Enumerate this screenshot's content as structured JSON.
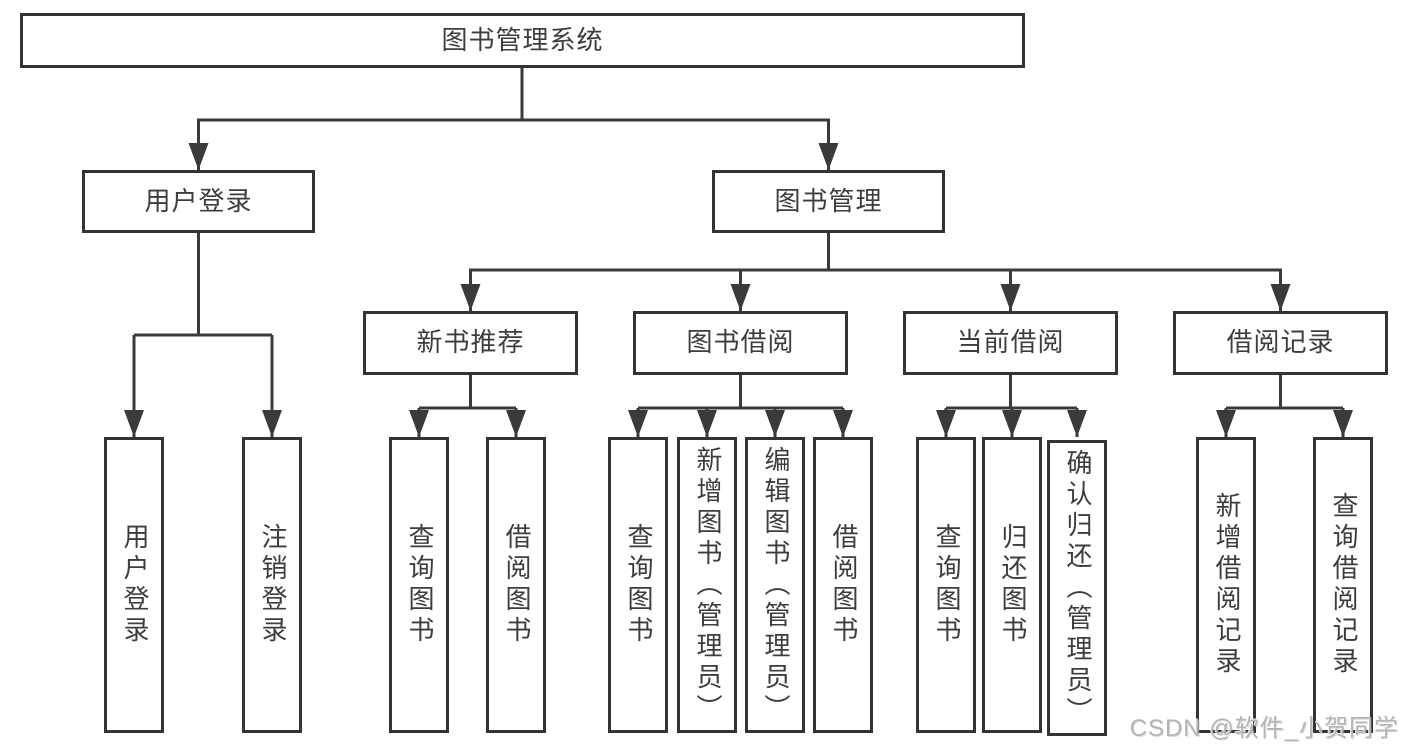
{
  "root": {
    "label": "图书管理系统"
  },
  "user_login_branch": {
    "label": "用户登录",
    "children": {
      "login": {
        "label": "用户登录"
      },
      "logout": {
        "label": "注销登录"
      }
    }
  },
  "book_mgmt_branch": {
    "label": "图书管理",
    "children": {
      "new_book_rec": {
        "label": "新书推荐",
        "children": {
          "query_book": {
            "label": "查询图书"
          },
          "borrow_book": {
            "label": "借阅图书"
          }
        }
      },
      "book_borrow": {
        "label": "图书借阅",
        "children": {
          "query_book": {
            "label": "查询图书"
          },
          "add_book": {
            "label": "新增图书（管理员）"
          },
          "edit_book": {
            "label": "编辑图书（管理员）"
          },
          "borrow_book": {
            "label": "借阅图书"
          }
        }
      },
      "current_borrow": {
        "label": "当前借阅",
        "children": {
          "query_book": {
            "label": "查询图书"
          },
          "return_book": {
            "label": "归还图书"
          },
          "confirm_return": {
            "label": "确认归还（管理员）"
          }
        }
      },
      "borrow_record": {
        "label": "借阅记录",
        "children": {
          "add_record": {
            "label": "新增借阅记录"
          },
          "query_record": {
            "label": "查询借阅记录"
          }
        }
      }
    }
  },
  "watermark": {
    "text": "CSDN @软件_小贺同学"
  },
  "colors": {
    "background": "#ffffff",
    "line": "#3a3a3a",
    "box_border": "#333333",
    "text": "#3d3d3d",
    "watermark": "#b5b5b5"
  }
}
